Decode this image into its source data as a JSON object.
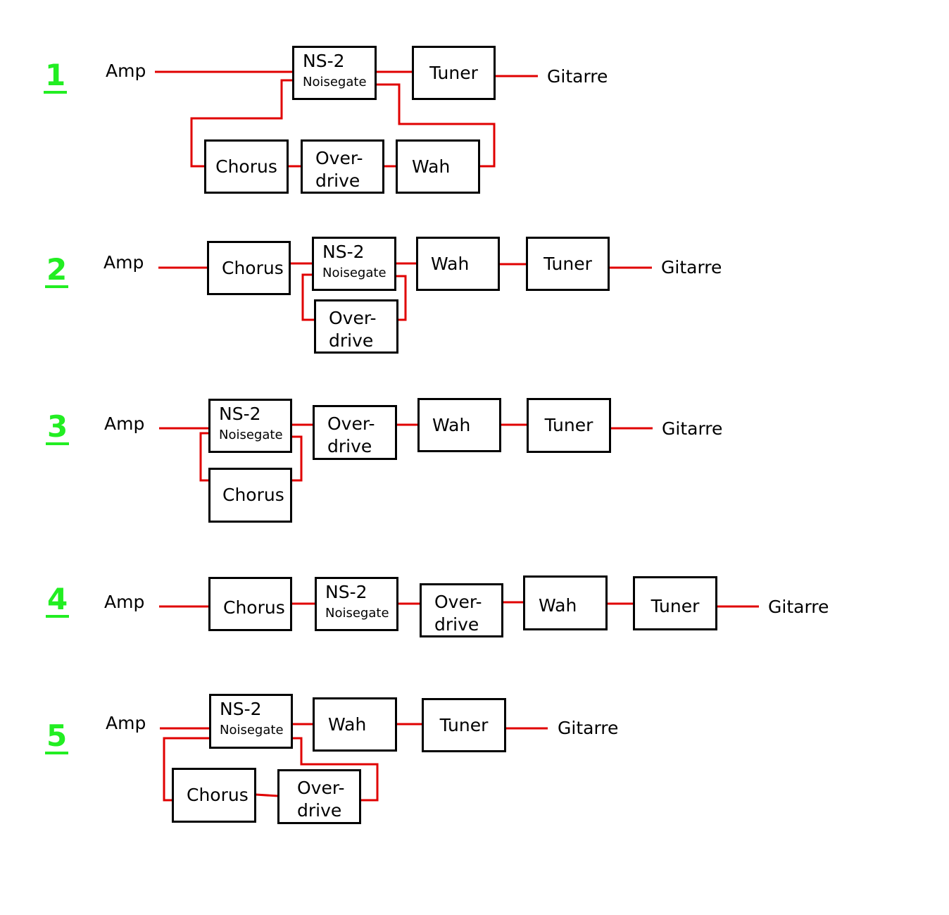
{
  "colors": {
    "number": "#22ee22",
    "wire": "#e00000",
    "box_border": "#000000"
  },
  "labels": {
    "amp": "Amp",
    "guitar": "Gitarre"
  },
  "pedals": {
    "ns2": "NS-2",
    "noisegate": "Noisegate",
    "tuner": "Tuner",
    "chorus": "Chorus",
    "overdrive_1": "Over-",
    "overdrive_2": "drive",
    "wah": "Wah"
  },
  "setups": [
    {
      "number": "1"
    },
    {
      "number": "2"
    },
    {
      "number": "3"
    },
    {
      "number": "4"
    },
    {
      "number": "5"
    }
  ]
}
